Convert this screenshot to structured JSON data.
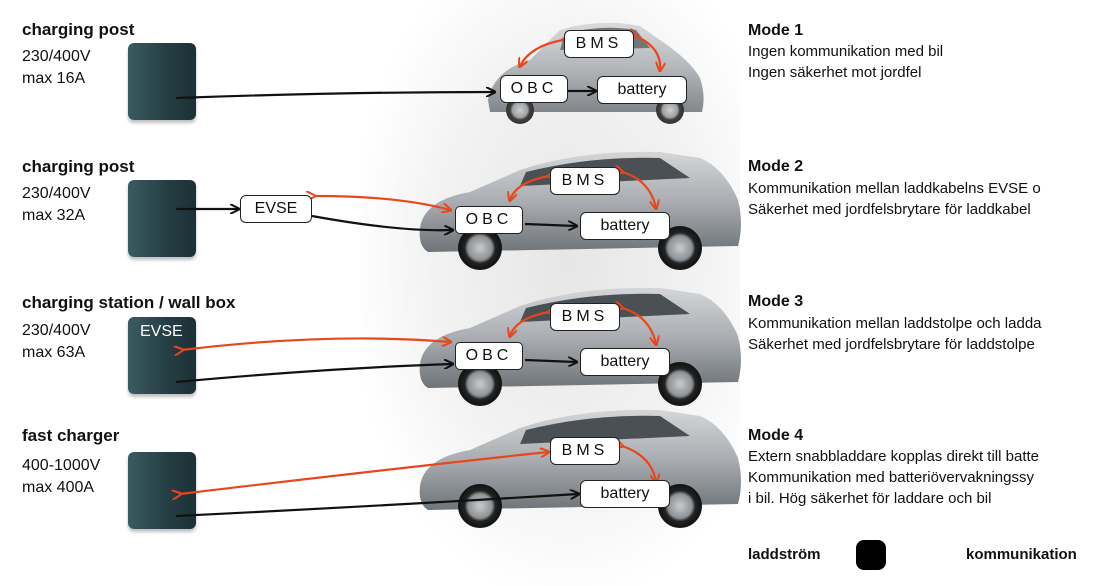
{
  "rows": [
    {
      "title": "charging post",
      "spec1": "230/400V",
      "spec2": "max 16A",
      "post_label": ""
    },
    {
      "title": "charging post",
      "spec1": "230/400V",
      "spec2": "max 32A",
      "post_label": ""
    },
    {
      "title": "charging station / wall box",
      "spec1": "230/400V",
      "spec2": "max 63A",
      "post_label": "EVSE"
    },
    {
      "title": "fast charger",
      "spec1": "400-1000V",
      "spec2": "max 400A",
      "post_label": ""
    }
  ],
  "evse_cable_label": "EVSE",
  "components": {
    "bms": "BMS",
    "obc": "OBC",
    "battery": "battery"
  },
  "modes": [
    {
      "title": "Mode 1",
      "lines": [
        "Ingen kommunikation med bil",
        "Ingen säkerhet mot jordfel",
        ""
      ]
    },
    {
      "title": "Mode 2",
      "lines": [
        "Kommunikation mellan laddkabelns EVSE o",
        "Säkerhet med jordfelsbrytare för laddkabel",
        ""
      ]
    },
    {
      "title": "Mode 3",
      "lines": [
        "Kommunikation mellan laddstolpe och ladda",
        "Säkerhet med jordfelsbrytare för laddstolpe",
        ""
      ]
    },
    {
      "title": "Mode 4",
      "lines": [
        "Extern snabbladdare kopplas direkt till batte",
        "Kommunikation med batteriövervakningssy",
        "i bil. Hög säkerhet för laddare och bil"
      ]
    }
  ],
  "legend": {
    "power_label": "laddström",
    "comm_label": "kommunikation"
  },
  "colors": {
    "power": "#111111",
    "communication": "#e8461c",
    "post": "#263f45"
  }
}
